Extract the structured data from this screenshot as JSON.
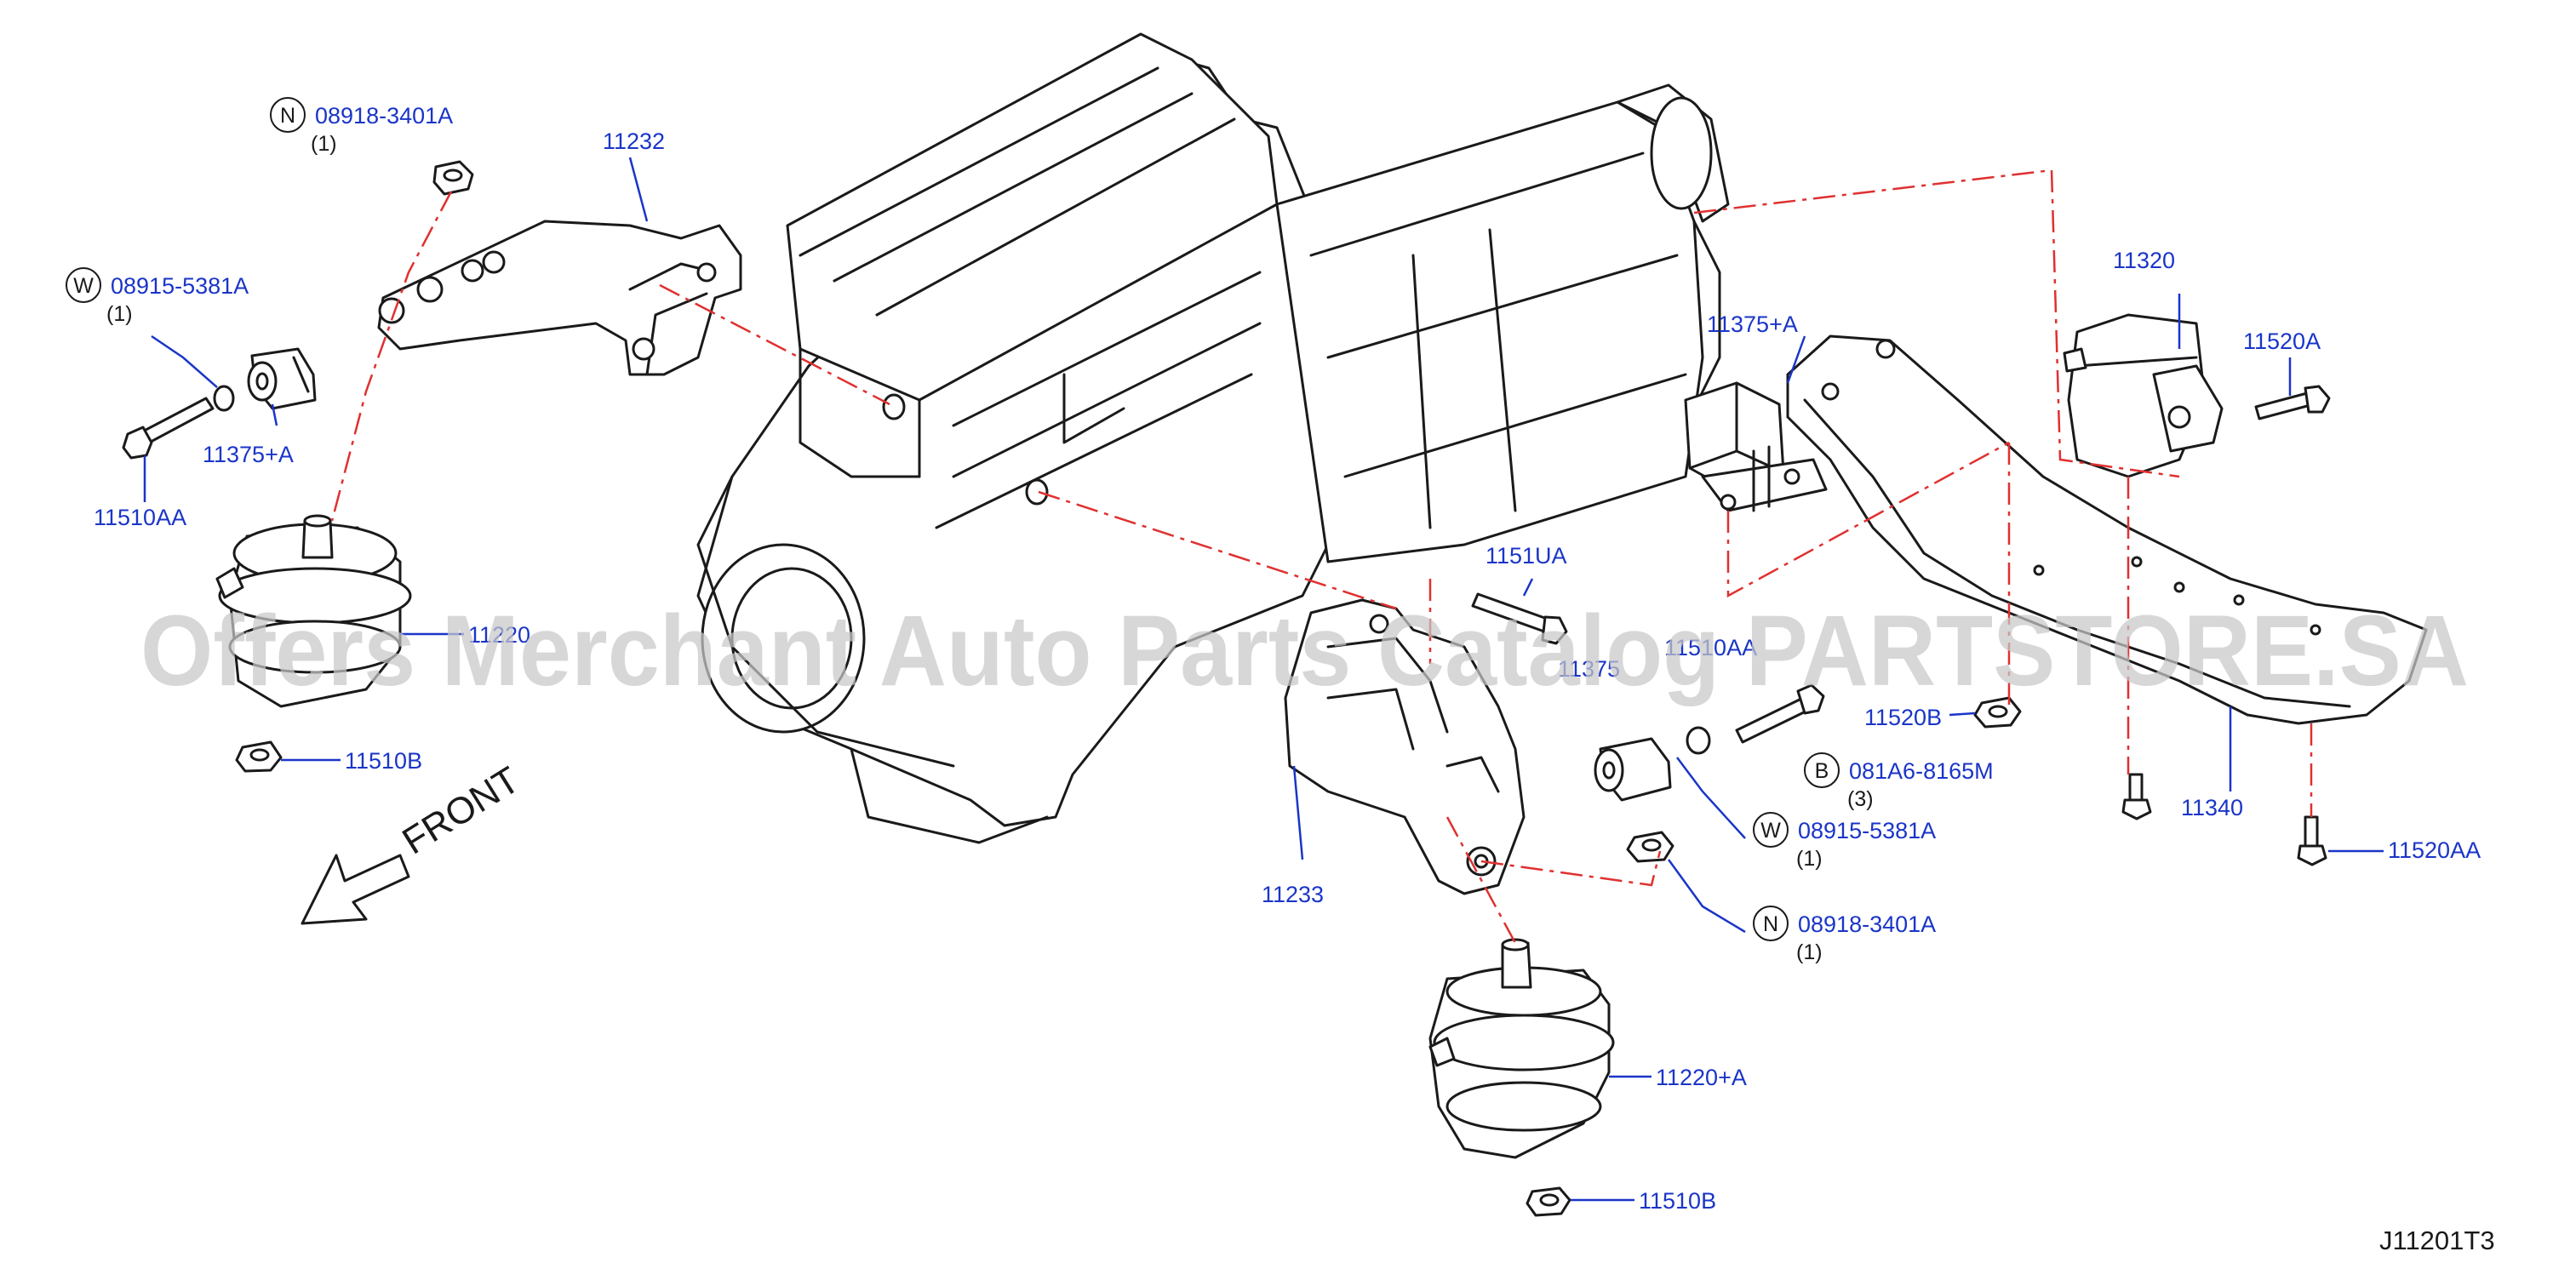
{
  "watermark": "Offers Merchant Auto Parts Catalog PARTSTORE.SA",
  "front_label": "FRONT",
  "diagram_code": "J11201T3",
  "callouts": {
    "c_08918_3401A_top": {
      "badge": "N",
      "number": "08918-3401A",
      "qty": "(1)"
    },
    "c_11232": {
      "number": "11232"
    },
    "c_08915_5381A_left": {
      "badge": "W",
      "number": "08915-5381A",
      "qty": "(1)"
    },
    "c_11375A_left": {
      "number": "11375+A"
    },
    "c_11510AA_left": {
      "number": "11510AA"
    },
    "c_11220_left": {
      "number": "11220"
    },
    "c_11510B_left": {
      "number": "11510B"
    },
    "c_1151UA": {
      "number": "1151UA"
    },
    "c_11375_mid": {
      "number": "11375"
    },
    "c_11510AA_mid": {
      "number": "11510AA"
    },
    "c_11233": {
      "number": "11233"
    },
    "c_08915_5381A_mid": {
      "badge": "W",
      "number": "08915-5381A",
      "qty": "(1)"
    },
    "c_08918_3401A_mid": {
      "badge": "N",
      "number": "08918-3401A",
      "qty": "(1)"
    },
    "c_11220A_center": {
      "number": "11220+A"
    },
    "c_11510B_center": {
      "number": "11510B"
    },
    "c_11375A_right": {
      "number": "11375+A"
    },
    "c_11320": {
      "number": "11320"
    },
    "c_11520A": {
      "number": "11520A"
    },
    "c_11520B": {
      "number": "11520B"
    },
    "c_081A6_8165M": {
      "badge": "B",
      "number": "081A6-8165M",
      "qty": "(3)"
    },
    "c_11340": {
      "number": "11340"
    },
    "c_11520AA": {
      "number": "11520AA"
    }
  }
}
